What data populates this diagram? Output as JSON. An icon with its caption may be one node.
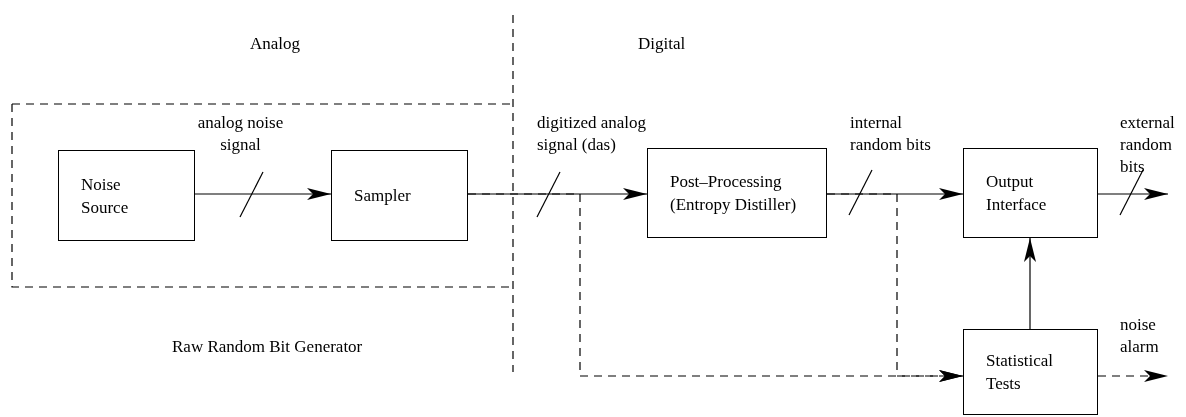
{
  "diagram": {
    "nodes": [
      {
        "text": [
          "Raw Random Bit Generator"
        ]
      },
      {
        "text": [
          "Noise Source"
        ],
        "in": 0
      },
      {
        "text": [
          "Sampler"
        ],
        "in": 0
      },
      {
        "text": [
          "Post–Processing (Entropy Distiller)"
        ]
      },
      {
        "text": [
          "Output Interface"
        ]
      },
      {
        "text": [
          "Statistical Tests"
        ]
      }
    ],
    "edges": [
      {
        "from": 1,
        "to": 2,
        "arrow": "to",
        "label": "analog noise signal"
      },
      {
        "from": 2,
        "to": 3,
        "arrow": "to",
        "label": "digitized analog signal (das)"
      },
      {
        "from": 3,
        "to": 4,
        "arrow": "to",
        "label": "internal random bits"
      },
      {
        "from": 4,
        "to": null,
        "arrow": "to",
        "label": "external random bits"
      },
      {
        "from": 5,
        "to": 4,
        "arrow": "to"
      },
      {
        "from": 5,
        "to": null,
        "arrow": "to",
        "style": "dashed",
        "label": "noise alarm"
      },
      {
        "from": 2,
        "to": 5,
        "arrow": "to",
        "style": "dashed"
      },
      {
        "from": 3,
        "to": 5,
        "arrow": "to",
        "style": "dashed"
      }
    ],
    "labels": [
      "Analog",
      "Digital"
    ]
  }
}
